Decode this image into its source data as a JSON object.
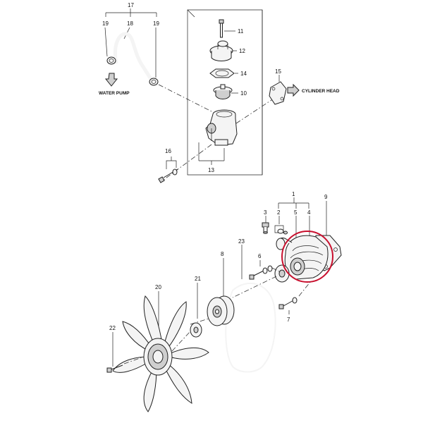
{
  "labels": {
    "water_pump": "WATER PUMP",
    "cylinder_head": "CYLINDER HEAD"
  },
  "callouts": {
    "c1": "1",
    "c2": "2",
    "c3": "3",
    "c4": "4",
    "c5": "5",
    "c6": "6",
    "c7": "7",
    "c8": "8",
    "c9": "9",
    "c10": "10",
    "c11": "11",
    "c12": "12",
    "c13": "13",
    "c14": "14",
    "c15": "15",
    "c16": "16",
    "c17": "17",
    "c18": "18",
    "c19a": "19",
    "c19b": "19",
    "c20": "20",
    "c21": "21",
    "c22": "22",
    "c23": "23"
  },
  "highlight_color": "#c8102e"
}
